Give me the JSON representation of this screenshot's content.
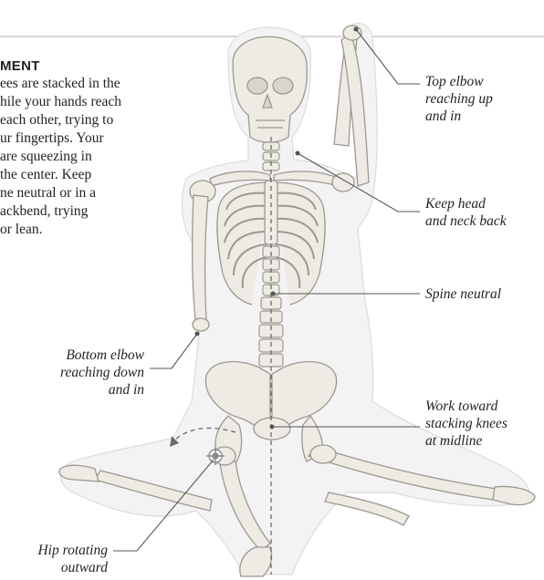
{
  "instruction": {
    "heading": "MENT",
    "lines": [
      "ees are stacked in the",
      "hile your hands reach",
      "each other, trying to",
      "ur fingertips. Your",
      "are squeezing in",
      "the center. Keep",
      "ne neutral or in a",
      "ackbend, trying",
      "or lean."
    ]
  },
  "callouts": {
    "top_elbow": [
      "Top elbow",
      "reaching up",
      "and in"
    ],
    "head_neck": [
      "Keep head",
      "and neck back"
    ],
    "spine": [
      "Spine neutral"
    ],
    "bottom_elbow": [
      "Bottom elbow",
      "reaching down",
      "and in"
    ],
    "knees": [
      "Work toward",
      "stacking knees",
      "at midline"
    ],
    "hip": [
      "Hip rotating",
      "outward"
    ]
  },
  "colors": {
    "text": "#231f20",
    "leader_line": "#555555",
    "bone": "#eeeae4",
    "bone_outline": "#9d9890",
    "body_silhouette": "#f2f2f2",
    "target_marker": "#8a8a8a"
  }
}
